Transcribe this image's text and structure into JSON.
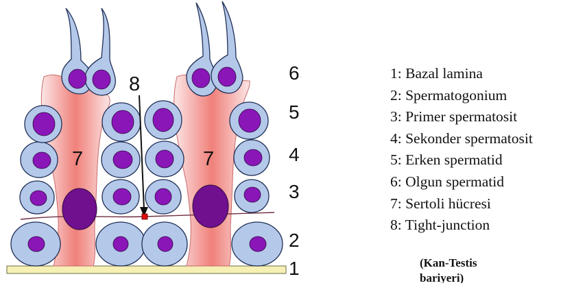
{
  "diagram": {
    "labels": {
      "basal_lamina": "1",
      "spermatogonium": "2",
      "primary_spermatocyte": "3",
      "secondary_spermatocyte": "4",
      "early_spermatid": "5",
      "mature_spermatid": "6",
      "sertoli_left": "7",
      "sertoli_right": "7",
      "tight_junction": "8"
    },
    "colors": {
      "basal_lamina": "#f6f0b4",
      "cell_fill": "#b4c8ea",
      "cell_outline": "#1f2f55",
      "nucleus": "#8a16b8",
      "sertoli_gradient_edge": "#fbe6e6",
      "sertoli_gradient_center": "#f0807a",
      "sertoli_nucleus": "#70108f",
      "tight_junction": "#e01010"
    }
  },
  "legend": [
    "1: Bazal lamina",
    "2: Spermatogonium",
    "3: Primer spermatosit",
    "4: Sekonder spermatosit",
    "5: Erken spermatid",
    "6: Olgun spermatid",
    "7: Sertoli hücresi",
    "8: Tight-junction"
  ],
  "caption": "(Kan-Testis bariyeri)"
}
